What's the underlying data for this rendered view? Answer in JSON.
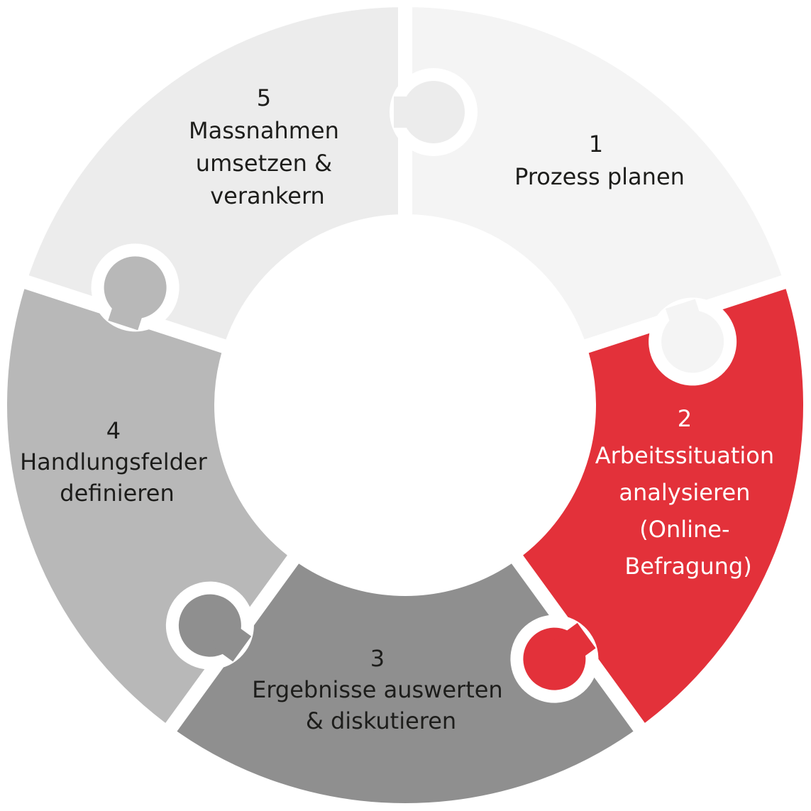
{
  "title": "Prozesszyklus",
  "steps": [
    {
      "number": "1",
      "lines": [
        "Prozess planen"
      ],
      "color": "#f4f4f4",
      "text_color": "#1d1d1b"
    },
    {
      "number": "2",
      "lines": [
        "Arbeitssituation",
        "analysieren",
        "(Online-",
        "Befragung)"
      ],
      "color": "#e3313a",
      "text_color": "#ffffff"
    },
    {
      "number": "3",
      "lines": [
        "Ergebnisse auswerten",
        "& diskutieren"
      ],
      "color": "#8f8f8f",
      "text_color": "#1d1d1b"
    },
    {
      "number": "4",
      "lines": [
        "Handlungsfelder",
        "definieren"
      ],
      "color": "#b8b8b8",
      "text_color": "#1d1d1b"
    },
    {
      "number": "5",
      "lines": [
        "Massnahmen",
        "umsetzen &",
        "verankern"
      ],
      "color": "#ececec",
      "text_color": "#1d1d1b"
    }
  ]
}
